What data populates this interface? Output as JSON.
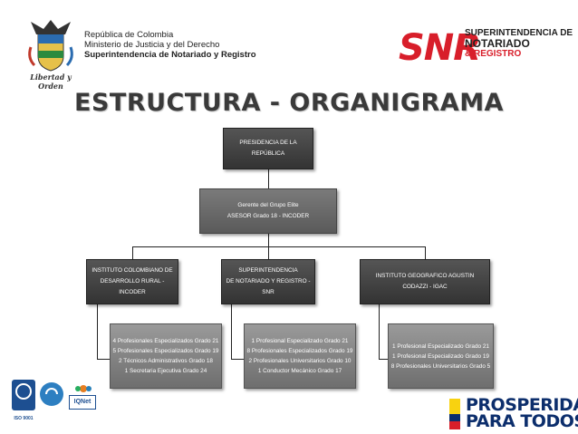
{
  "header": {
    "line1": "República de Colombia",
    "line2": "Ministerio de Justicia y del Derecho",
    "line3": "Superintendencia de Notariado y Registro",
    "motto": "Libertad y Orden"
  },
  "snr": {
    "letters": "SNR",
    "line1": "SUPERINTENDENCIA DE",
    "line2": "NOTARIADO",
    "line3": "& REGISTRO"
  },
  "title": "ESTRUCTURA - ORGANIGRAMA",
  "org": {
    "presidencia": [
      "PRESIDENCIA DE LA",
      "REPÚBLICA"
    ],
    "gerente": [
      "Gerente del Grupo Elite",
      "ASESOR Grado 18 - INCODER"
    ],
    "branches": [
      {
        "name": [
          "INSTITUTO COLOMBIANO DE",
          "DESARROLLO RURAL - INCODER"
        ],
        "staff": [
          "4 Profesionales Especializados Grado 21",
          "5 Profesionales Especializados Grado 19",
          "2 Técnicos Administrativos Grado 18",
          "1 Secretaria Ejecutiva Grado 24"
        ]
      },
      {
        "name": [
          "SUPERINTENDENCIA",
          "DE NOTARIADO Y REGISTRO - SNR"
        ],
        "staff": [
          "1 Profesional Especializado Grado 21",
          "8 Profesionales Especializados Grado 19",
          "2 Profesionales Universitarios Grado 10",
          "1 Conductor Mecánico Grado 17"
        ]
      },
      {
        "name": [
          "INSTITUTO GEOGRAFICO AGUSTIN",
          "CODAZZI - IGAC"
        ],
        "staff": [
          "1 Profesional Especializado Grado 21",
          "1 Profesional Especializado Grado 19",
          "8 Profesionales Universitarios Grado 5"
        ]
      }
    ]
  },
  "footer": {
    "iso_label": "ISO 9001",
    "iqnet_label": "IQNet",
    "prosperidad": [
      "PROSPERIDAD",
      "PARA TODOS"
    ]
  },
  "colors": {
    "brand_red": "#d81e2a",
    "brand_blue": "#0c2e6c",
    "box_dark": "#3a3a3a"
  }
}
